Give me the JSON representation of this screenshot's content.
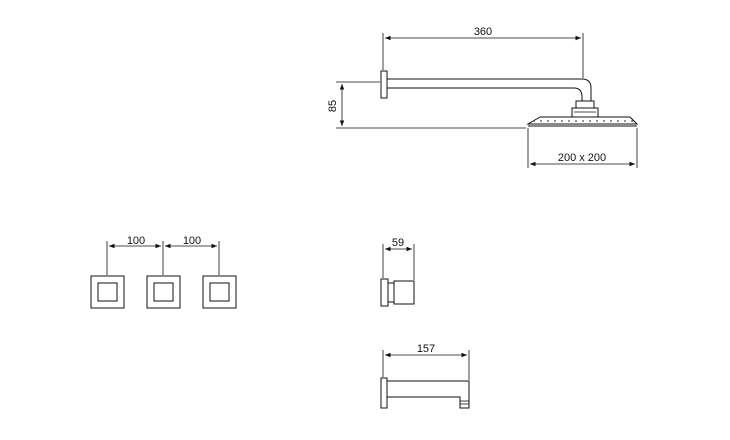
{
  "dimensions": {
    "arm_length": "360",
    "arm_height": "85",
    "head_size": "200 x 200",
    "valve_spacing_1": "100",
    "valve_spacing_2": "100",
    "valve_projection": "59",
    "spout_projection": "157"
  }
}
